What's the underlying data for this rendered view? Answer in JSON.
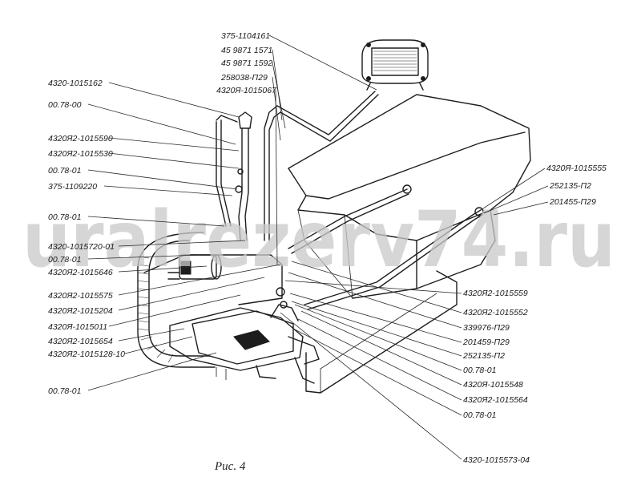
{
  "figure": {
    "caption": "Рис. 4",
    "watermark": "uralrezerv74.ru"
  },
  "labels_left": [
    "4320-1015162",
    "00.78-00",
    "4320Я2-1015590",
    "4320Я2-1015530",
    "00.78-01",
    "375-1109220",
    "00.78-01",
    "4320-1015720-01",
    "00.78-01",
    "4320Я2-1015646",
    "4320Я2-1015575",
    "4320Я2-1015204",
    "4320Я-1015011",
    "4320Я2-1015654",
    "4320Я2-1015128-10",
    "00.78-01"
  ],
  "labels_top": [
    "375-1104161",
    "45 9871 1571",
    "45 9871 1592",
    "258038-П29",
    "4320Я-1015067"
  ],
  "labels_right": [
    "4320Я-1015555",
    "252135-П2",
    "201455-П29",
    "4320Я2-1015559",
    "4320Я2-1015552",
    "339976-П29",
    "201459-П29",
    "252135-П2",
    "00.78-01",
    "4320Я-1015548",
    "4320Я2-1015564",
    "00.78-01",
    "4320-1015573-04"
  ]
}
